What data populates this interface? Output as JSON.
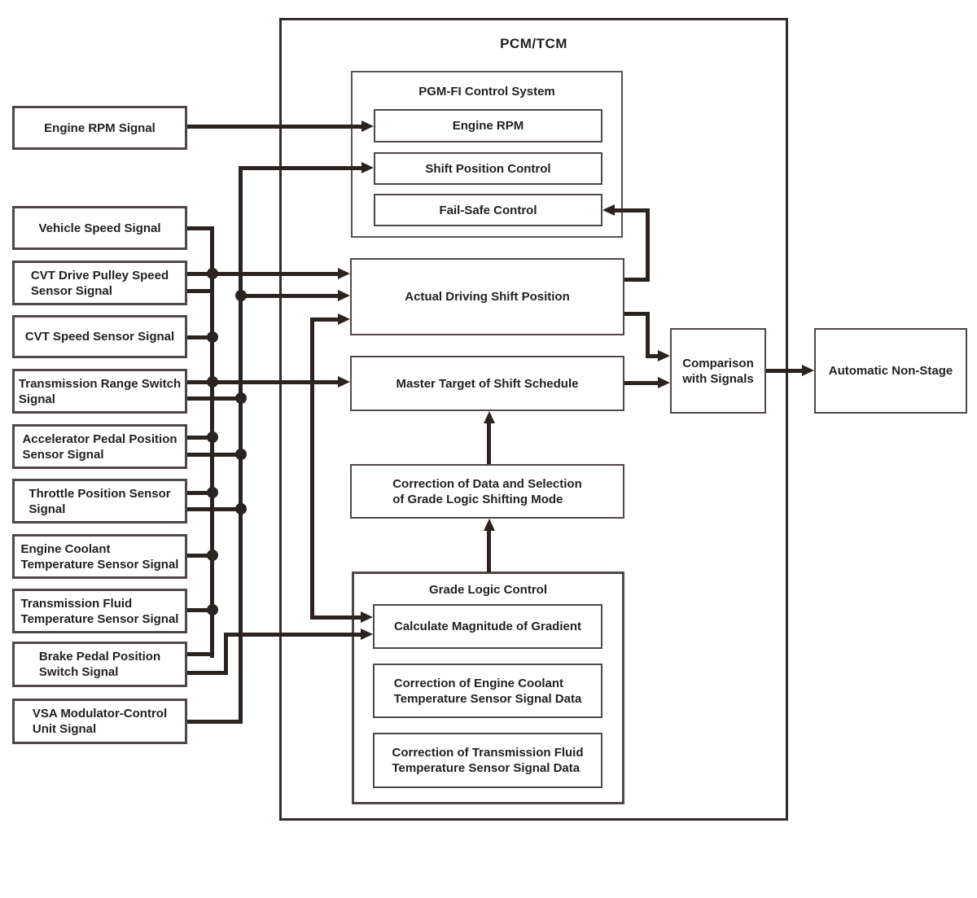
{
  "pcm": {
    "title": "PCM/TCM",
    "pgmfi": {
      "title": "PGM-FI Control System",
      "engine_rpm": "Engine RPM",
      "shift_position": "Shift Position Control",
      "fail_safe": "Fail-Safe Control"
    },
    "actual_driving": "Actual Driving Shift Position",
    "master_target": "Master Target of Shift Schedule",
    "correction_selection": "Correction of Data and Selection\nof Grade Logic Shifting Mode",
    "grade_logic": {
      "title": "Grade Logic Control",
      "calculate": "Calculate Magnitude of Gradient",
      "corr_coolant": "Correction of Engine Coolant\nTemperature Sensor Signal Data",
      "corr_fluid": "Correction of Transmission Fluid\nTemperature Sensor Signal Data"
    },
    "comparison": "Comparison\nwith Signals"
  },
  "output": {
    "automatic": "Automatic Non-Stage"
  },
  "inputs": [
    {
      "label": "Engine RPM Signal"
    },
    {
      "label": "Vehicle Speed Signal"
    },
    {
      "label": "CVT Drive Pulley Speed\nSensor Signal"
    },
    {
      "label": "CVT Speed Sensor Signal"
    },
    {
      "label": "Transmission Range Switch\nSignal"
    },
    {
      "label": "Accelerator Pedal Position\nSensor Signal"
    },
    {
      "label": "Throttle Position Sensor\nSignal"
    },
    {
      "label": "Engine Coolant\nTemperature Sensor Signal"
    },
    {
      "label": "Transmission Fluid\nTemperature Sensor Signal"
    },
    {
      "label": "Brake Pedal Position\nSwitch Signal"
    },
    {
      "label": "VSA Modulator-Control\nUnit Signal"
    }
  ],
  "colors": {
    "wire": "#2b2320",
    "box_border": "#4f4846",
    "text": "#231f20",
    "background": "#ffffff"
  }
}
